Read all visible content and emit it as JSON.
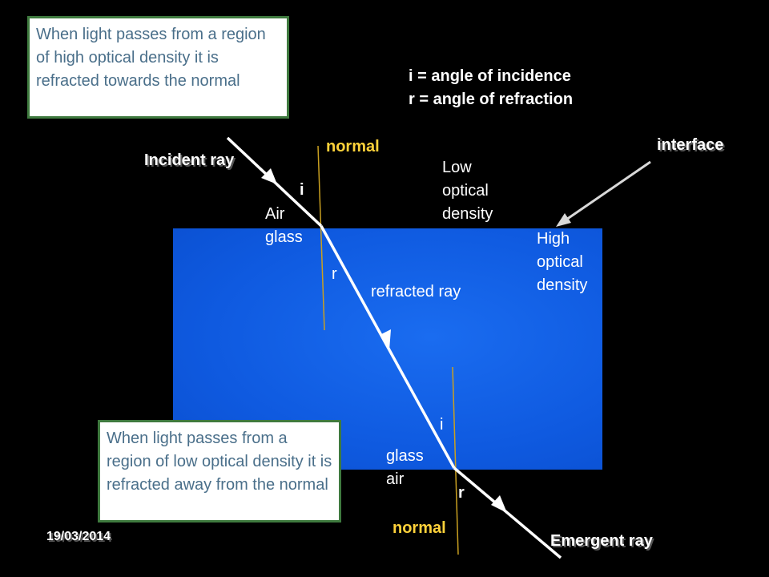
{
  "notes": {
    "top": "When light passes from a region of high optical density it is refracted towards the normal",
    "bottom": "When light passes from a region of low optical density it is refracted away from the normal"
  },
  "legend": {
    "line1": "i = angle of incidence",
    "line2": "r = angle of refraction"
  },
  "labels": {
    "incident_ray": "Incident ray",
    "normal_top": "normal",
    "normal_bottom": "normal",
    "interface": "interface",
    "low_density_1": "Low",
    "low_density_2": "optical",
    "low_density_3": "density",
    "high_density_1": "High",
    "high_density_2": "optical",
    "high_density_3": "density",
    "i_top": "i",
    "r_top": "r",
    "i_bottom": "i",
    "r_bottom": "r",
    "air_top": "Air",
    "glass_top": "glass",
    "glass_bottom": "glass",
    "air_bottom": "air",
    "refracted_ray": "refracted ray",
    "emergent_ray": "Emergent ray"
  },
  "date": "19/03/2014",
  "colors": {
    "background": "#000000",
    "glass": "#0f5ae0",
    "normal_line": "#c9a020",
    "note_border": "#3f7a3f",
    "note_text": "#4a6f8a",
    "ray": "#ffffff"
  }
}
